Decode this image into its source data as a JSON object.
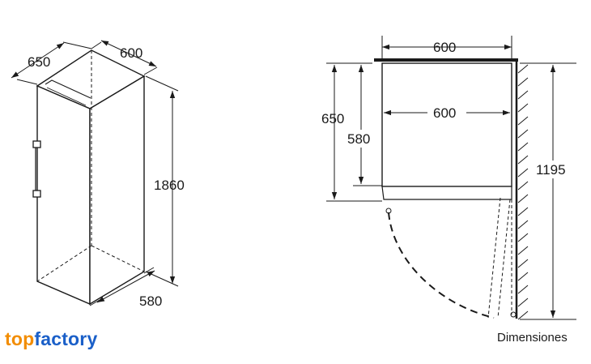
{
  "iso_view": {
    "depth_label": "650",
    "width_label": "600",
    "height_label": "1860",
    "base_depth_label": "580"
  },
  "plan_view": {
    "outer_width_label": "600",
    "inner_width_label": "600",
    "outer_depth_label": "650",
    "inner_depth_label": "580",
    "door_clearance_label": "1195",
    "caption": "Dimensiones"
  },
  "brand": {
    "part1": "top",
    "part2": "factory",
    "colors": {
      "part1": "#f28c00",
      "part2": "#1a5fc8"
    }
  }
}
